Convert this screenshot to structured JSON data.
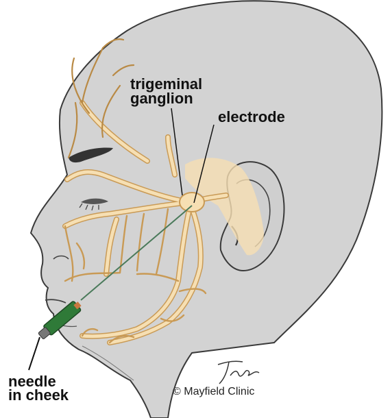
{
  "labels": {
    "trigeminal_line1": "trigeminal",
    "trigeminal_line2": "ganglion",
    "electrode": "electrode",
    "needle_line1": "needle",
    "needle_line2": "in cheek"
  },
  "credit": "© Mayfield Clinic",
  "signature": "T. Hiner",
  "colors": {
    "skin": "#d3d3d3",
    "outline": "#3a3a3a",
    "nerve": "#f6dfb3",
    "nerve_edge": "#c99a55",
    "needle_body": "#2f7a38",
    "needle_wire": "#4a7a5a"
  }
}
